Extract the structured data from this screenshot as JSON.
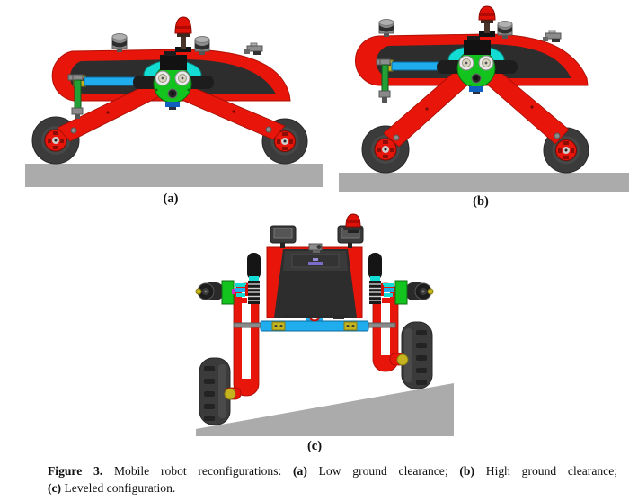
{
  "figure": {
    "labels": {
      "a": "(a)",
      "b": "(b)",
      "c": "(c)"
    },
    "caption": {
      "tag": "Figure 3.",
      "intro": "Mobile robot reconfigurations:",
      "a_marker": "(a)",
      "a_text": "Low ground clearance;",
      "b_marker": "(b)",
      "b_text": "High ground clearance;",
      "c_marker": "(c)",
      "c_text": "Leveled configuration."
    },
    "subfigures": [
      {
        "label": "(a)",
        "description": "Low ground clearance",
        "view": "side"
      },
      {
        "label": "(b)",
        "description": "High ground clearance",
        "view": "side"
      },
      {
        "label": "(c)",
        "description": "Leveled configuration",
        "view": "front-on-slope"
      }
    ],
    "palette": {
      "chassis_red": "#e8150a",
      "panel_dark": "#2d2d2d",
      "ground_gray": "#ababab",
      "tire_gray": "#3b3b3b",
      "mech_green": "#13c41e",
      "bracket_cyan": "#12dcd4",
      "rod_blue": "#1fadee",
      "shock_green": "#22a035",
      "joint_yellow": "#c4b41e",
      "beacon_red": "#e01208",
      "metal_gray": "#8c8c8c"
    }
  }
}
